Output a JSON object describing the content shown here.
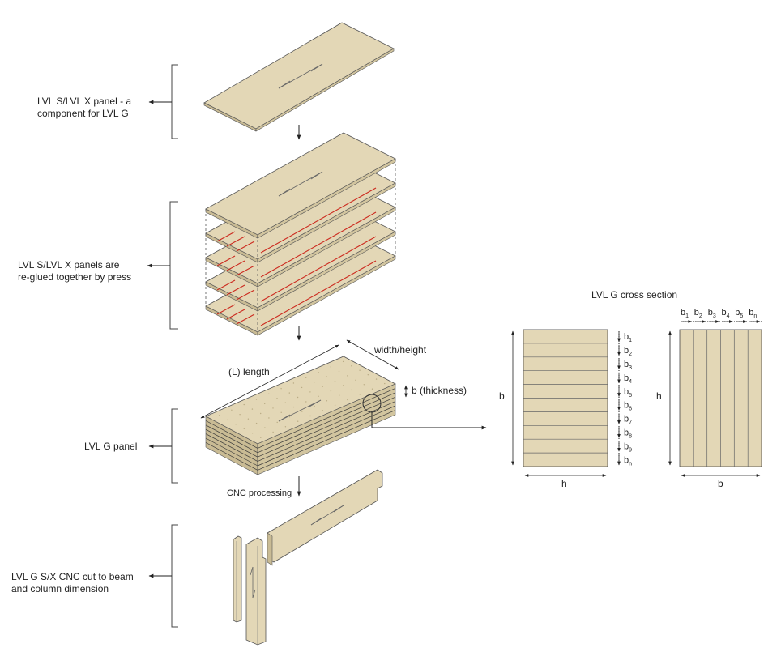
{
  "steps": [
    {
      "label_line1": "LVL S/LVL X panel - a",
      "label_line2": "component for LVL G"
    },
    {
      "label_line1": "LVL S/LVL X panels are",
      "label_line2": "re-glued together by press"
    },
    {
      "label_line1": "LVL G panel",
      "label_line2": ""
    },
    {
      "label_line1": "LVL G S/X CNC cut to beam",
      "label_line2": "and column dimension"
    }
  ],
  "panel_dims": {
    "length": "(L) length",
    "width": "width/height",
    "thickness": "b (thickness)"
  },
  "process": {
    "cnc": "CNC processing"
  },
  "cross_section": {
    "title": "LVL G  cross section",
    "left_side_label": "b",
    "left_bottom_label": "h",
    "right_side_label": "h",
    "right_bottom_label": "b",
    "layer_letter": "b",
    "layer_subscripts": [
      "1",
      "2",
      "3",
      "4",
      "5",
      "6",
      "7",
      "8",
      "9",
      "n"
    ],
    "strip_subscripts": [
      "1",
      "2",
      "3",
      "4",
      "5",
      "n"
    ]
  },
  "colors": {
    "wood": "#e3d7b6",
    "wood_side": "#c9bb94",
    "glue": "#cc2a1f",
    "line": "#333333"
  }
}
